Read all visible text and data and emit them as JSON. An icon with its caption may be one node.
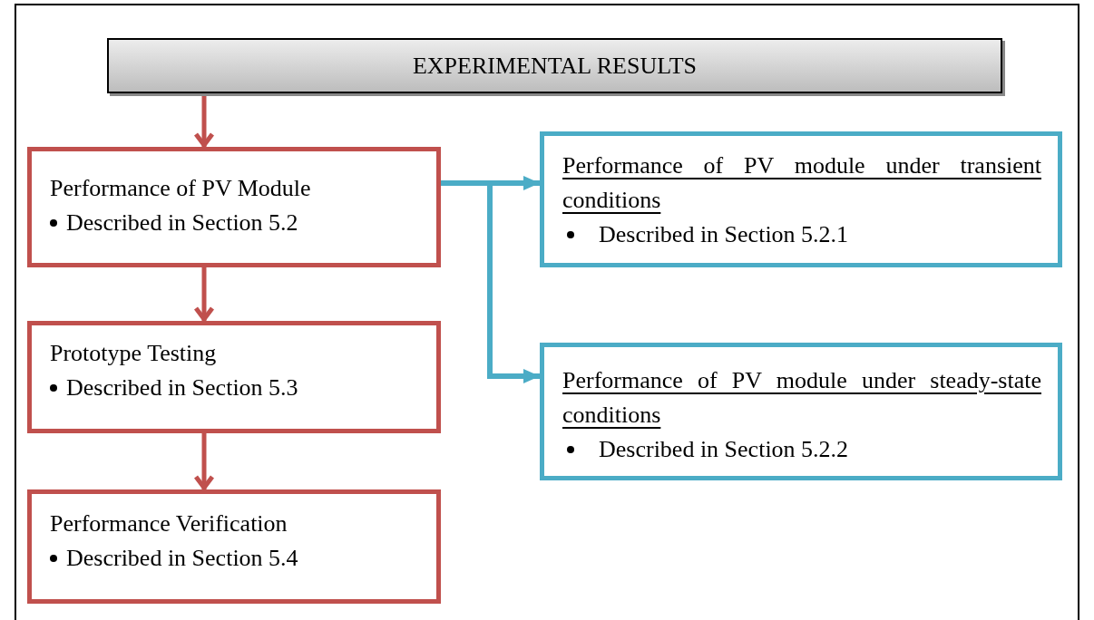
{
  "diagram": {
    "nodes": [
      {
        "text": [
          "EXPERIMENTAL RESULTS"
        ]
      },
      {
        "text": [
          "Performance of PV Module",
          "Described in Section 5.2"
        ]
      },
      {
        "text": [
          "Prototype Testing",
          "Described in Section 5.3"
        ]
      },
      {
        "text": [
          "Performance Verification",
          "Described in Section 5.4"
        ]
      },
      {
        "text": [
          "Performance of PV module under transient conditions",
          "Described in Section 5.2.1"
        ]
      },
      {
        "text": [
          "Performance of PV module under steady-state conditions",
          "Described in Section 5.2.2"
        ]
      }
    ],
    "edges": [
      {
        "from": 0,
        "to": 1,
        "arrow": "to"
      },
      {
        "from": 1,
        "to": 2,
        "arrow": "to"
      },
      {
        "from": 2,
        "to": 3,
        "arrow": "to"
      },
      {
        "from": 1,
        "to": 4,
        "arrow": "to",
        "color": "#4bacc6"
      },
      {
        "from": 1,
        "to": 5,
        "arrow": "to",
        "color": "#4bacc6"
      }
    ]
  }
}
